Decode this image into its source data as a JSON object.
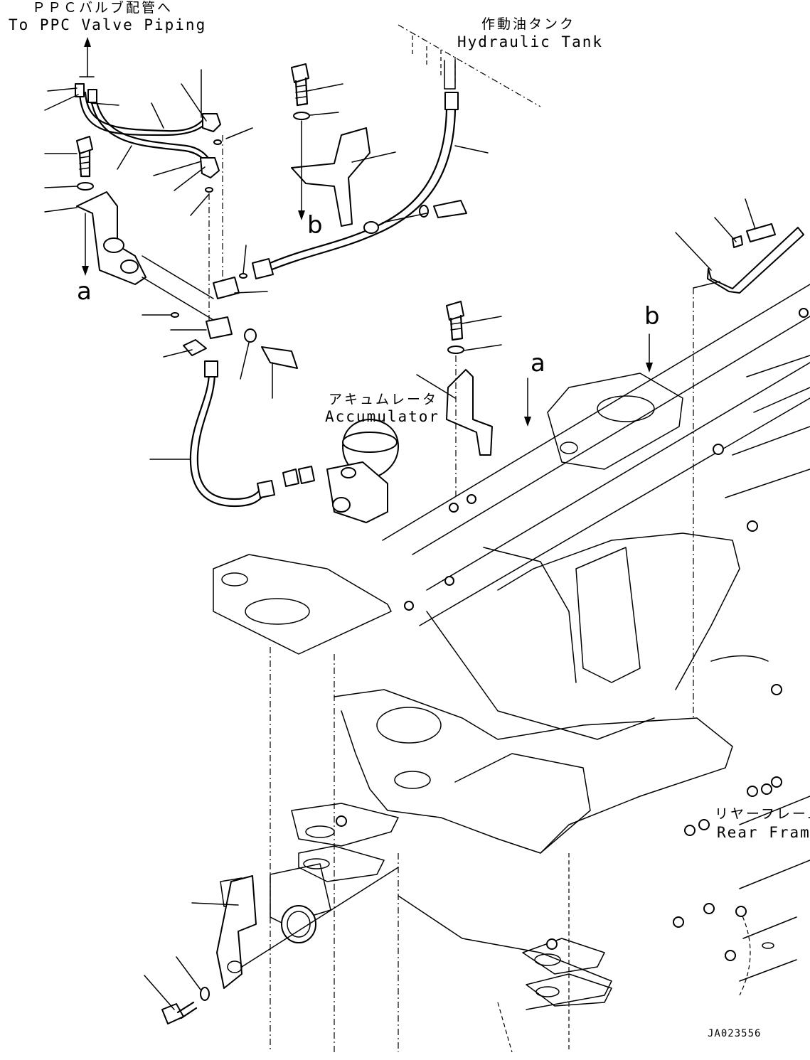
{
  "callouts": {
    "ppc_jp": "ＰＰＣバルブ配管へ",
    "ppc_en": "To PPC Valve Piping",
    "tank_jp": "作動油タンク",
    "tank_en": "Hydraulic Tank",
    "accumulator_jp": "アキュムレータ",
    "accumulator_en": "Accumulator",
    "rear_frame_jp": "リヤーフレーム",
    "rear_frame_en": "Rear Frame"
  },
  "reference_letters": {
    "a_left": "a",
    "b_left": "b",
    "a_right": "a",
    "b_right": "b"
  },
  "drawing_code": "JA023556"
}
